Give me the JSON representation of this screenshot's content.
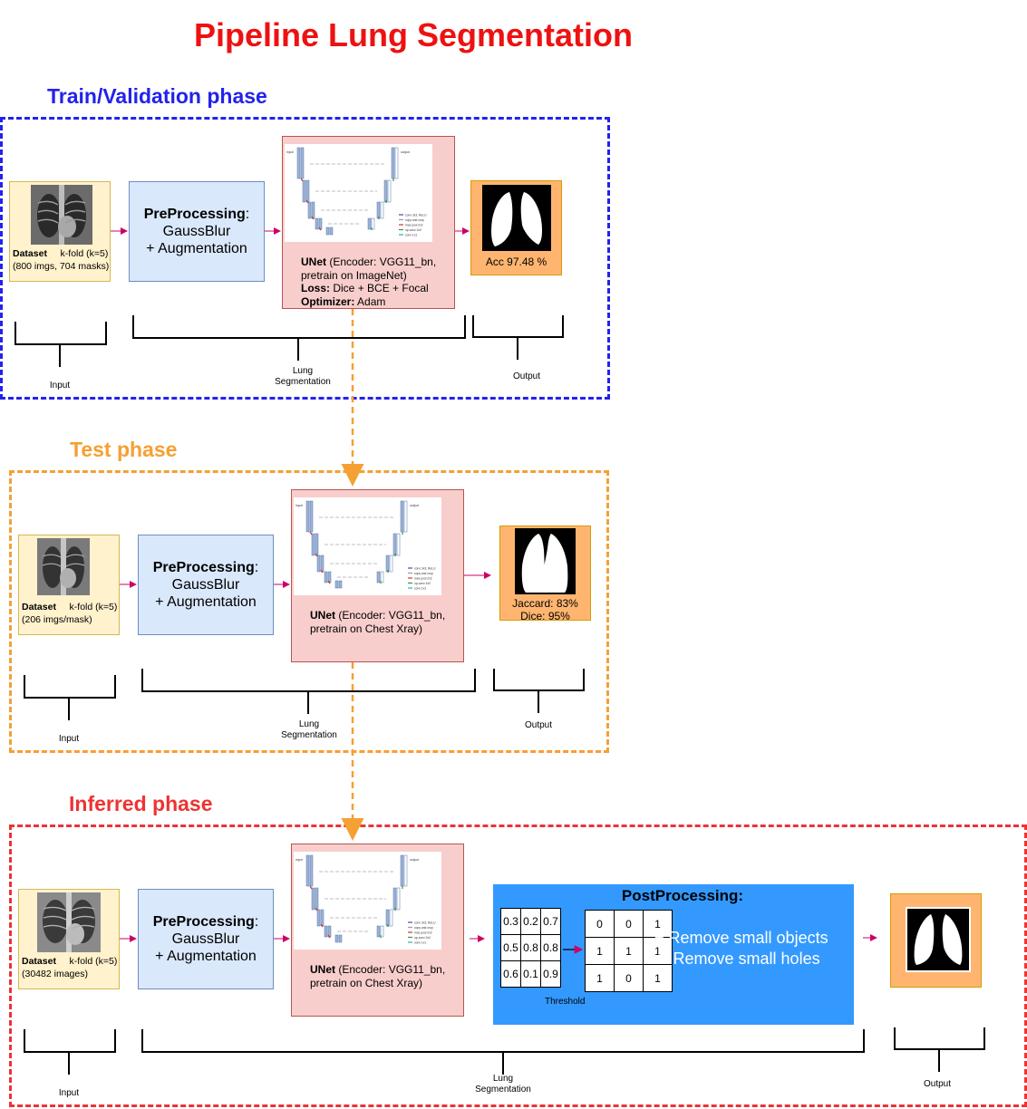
{
  "title": "Pipeline Lung Segmentation",
  "colors": {
    "title": "#ee1111",
    "train": "#2222ee",
    "test": "#f5a033",
    "inferred": "#ee3333",
    "arrow": "#cc0066",
    "postprocessing": "#3399ff"
  },
  "train": {
    "phase_title": "Train/Validation phase",
    "dataset_label": "Dataset",
    "dataset_kfold": "k-fold (k=5)",
    "dataset_info": "(800 imgs, 704 masks)",
    "pre_title": "PreProcessing",
    "pre_colon": ":",
    "pre_line1": "GaussBlur",
    "pre_line2": "+ Augmentation",
    "unet_label": "UNet",
    "unet_encoder": " (Encoder: VGG11_bn,",
    "unet_pretrain": "pretrain on ImageNet)",
    "loss_label": "Loss:",
    "loss_value": " Dice + BCE + Focal",
    "opt_label": "Optimizer:",
    "opt_value": " Adam",
    "output_text": "Acc 97.48 %",
    "label_input": "Input",
    "label_seg_1": "Lung",
    "label_seg_2": "Segmentation",
    "label_output": "Output"
  },
  "test": {
    "phase_title": "Test phase",
    "dataset_label": "Dataset",
    "dataset_kfold": "k-fold (k=5)",
    "dataset_info": "(206 imgs/mask)",
    "pre_title": "PreProcessing",
    "pre_colon": ":",
    "pre_line1": "GaussBlur",
    "pre_line2": "+ Augmentation",
    "unet_label": "UNet",
    "unet_encoder": " (Encoder: VGG11_bn,",
    "unet_pretrain": "pretrain on Chest Xray)",
    "output_line1": "Jaccard: 83%",
    "output_line2": "Dice: 95%",
    "label_input": "Input",
    "label_seg_1": "Lung",
    "label_seg_2": "Segmentation",
    "label_output": "Output"
  },
  "inferred": {
    "phase_title": "Inferred phase",
    "dataset_label": "Dataset",
    "dataset_kfold": "k-fold (k=5)",
    "dataset_info": "(30482 images)",
    "pre_title": "PreProcessing",
    "pre_colon": ":",
    "pre_line1": "GaussBlur",
    "pre_line2": "+ Augmentation",
    "unet_label": "UNet",
    "unet_encoder": " (Encoder: VGG11_bn,",
    "unet_pretrain": "pretrain on Chest Xray)",
    "post_title": "PostProcessing:",
    "post_line1": "+ Remove small objects",
    "post_line2": "+  Remove small holes",
    "threshold_label": "Threshold",
    "prob_grid": [
      [
        "0.3",
        "0.2",
        "0.7"
      ],
      [
        "0.5",
        "0.8",
        "0.8"
      ],
      [
        "0.6",
        "0.1",
        "0.9"
      ]
    ],
    "bin_grid": [
      [
        "0",
        "0",
        "1"
      ],
      [
        "1",
        "1",
        "1"
      ],
      [
        "1",
        "0",
        "1"
      ]
    ],
    "label_input": "Input",
    "label_seg_1": "Lung",
    "label_seg_2": "Segmentation",
    "label_output": "Output"
  },
  "unet_diagram": {
    "label_input": "input\nimage\ntile",
    "label_output": "output\nsegmentation\nmap",
    "legend": [
      "conv 3x3, ReLU",
      "copy and crop",
      "max pool 2x2",
      "up-conv 2x2",
      "conv 1x1"
    ]
  }
}
